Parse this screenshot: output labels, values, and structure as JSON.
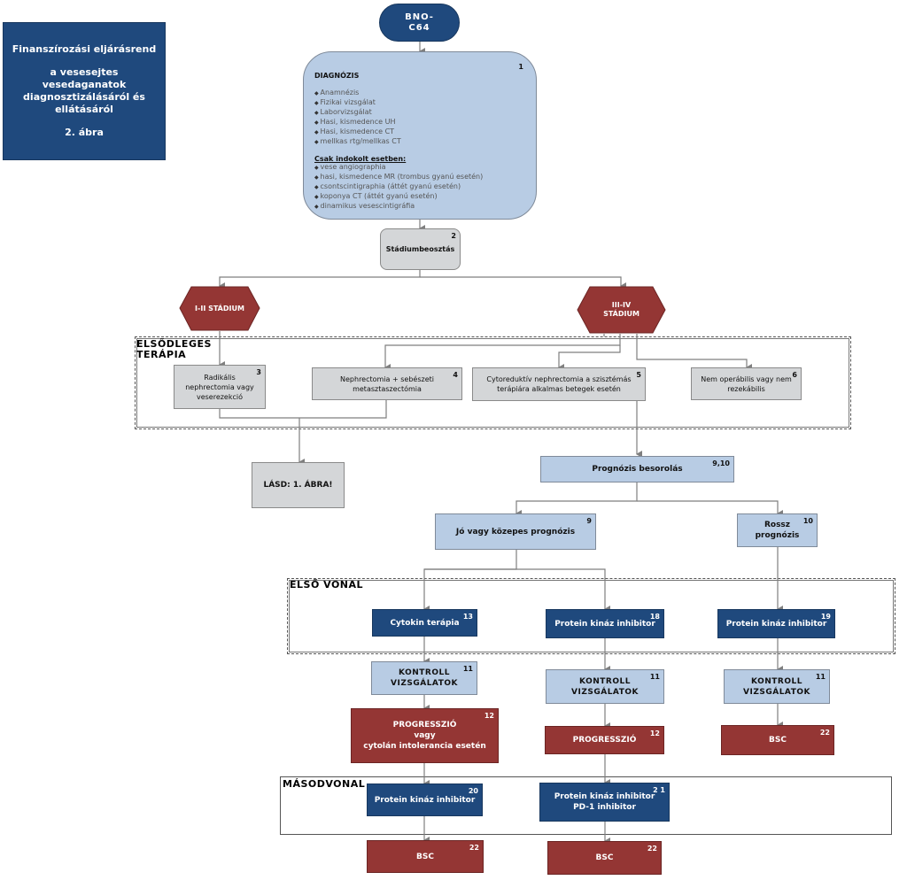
{
  "sidebar": {
    "line1": "Finanszírozási eljárásrend",
    "line2": "a vesesejtes vesedaganatok diagnosztizálásáról és ellátásáról",
    "line3": "2. ábra"
  },
  "nodes": {
    "bno": {
      "label": "BNO-\nC64"
    },
    "diagnosis": {
      "num": "1",
      "title": "DIAGNÓZIS",
      "items": [
        "Anamnézis",
        "Fizikai vizsgálat",
        "Laborvizsgálat",
        "Hasi, kismedence UH",
        "Hasi, kismedence CT",
        "mellkas rtg/mellkas CT"
      ],
      "conditional_title": "Csak indokolt esetben:",
      "conditional_items": [
        "vese angiographia",
        "hasi, kismedence MR (trombus gyanú esetén)",
        "csontscintigraphia (áttét gyanú esetén)",
        "koponya CT (áttét gyanú esetén)",
        "dinamikus vesescintigráfia"
      ]
    },
    "staging": {
      "num": "2",
      "label": "Stádiumbeosztás"
    },
    "stage12": {
      "label": "I-II STÁDIUM"
    },
    "stage34": {
      "label": "III-IV\nSTÁDIUM"
    },
    "n3": {
      "num": "3",
      "label": "Radikális\nnephrectomia vagy\nveserezekció"
    },
    "n4": {
      "num": "4",
      "label": "Nephrectomia + sebészeti\nmetasztaszectómia"
    },
    "n5": {
      "num": "5",
      "label": "Cytoreduktív nephrectomia a szisztémás\nterápiára alkalmas betegek esetén"
    },
    "n6": {
      "num": "6",
      "label": "Nem operábilis vagy nem\nrezekábilis"
    },
    "see": {
      "label": "LÁSD: 1. ÁBRA!"
    },
    "prognosis": {
      "num": "9,10",
      "label": "Prognózis besorolás"
    },
    "good": {
      "num": "9",
      "label": "Jó vagy közepes prognózis"
    },
    "bad": {
      "num": "10",
      "label": "Rossz\nprognózis"
    },
    "cytokin": {
      "num": "13",
      "label": "Cytokin terápia"
    },
    "pki18": {
      "num": "18",
      "label": "Protein kináz inhibitor"
    },
    "pki19": {
      "num": "19",
      "label": "Protein kináz inhibitor"
    },
    "k1": {
      "num": "11",
      "label": "KONTROLL\nVIZSGÁLATOK"
    },
    "k2": {
      "num": "11",
      "label": "KONTROLL\nVIZSGÁLATOK"
    },
    "k3": {
      "num": "11",
      "label": "KONTROLL\nVIZSGÁLATOK"
    },
    "prog1": {
      "num": "12",
      "label": "PROGRESSZIÓ\nvagy\ncytolán intolerancia esetén"
    },
    "prog2": {
      "num": "12",
      "label": "PROGRESSZIÓ"
    },
    "bsc1": {
      "num": "22",
      "label": "BSC"
    },
    "pki20": {
      "num": "20",
      "label": "Protein kináz inhibitor"
    },
    "pki21": {
      "num": "2 1",
      "label": "Protein kináz inhibitor\nPD-1 inhibitor"
    },
    "bsc2": {
      "num": "22",
      "label": "BSC"
    },
    "bsc3": {
      "num": "22",
      "label": "BSC"
    }
  },
  "frames": {
    "primary": "ELSŐDLEGES\nTERÁPIA",
    "first": "ELSŐ VONAL",
    "second": "MÁSODVONAL"
  },
  "colors": {
    "dark_blue": "#1f497d",
    "light_blue": "#b8cce4",
    "gray": "#d4d6d8",
    "red": "#943634"
  }
}
